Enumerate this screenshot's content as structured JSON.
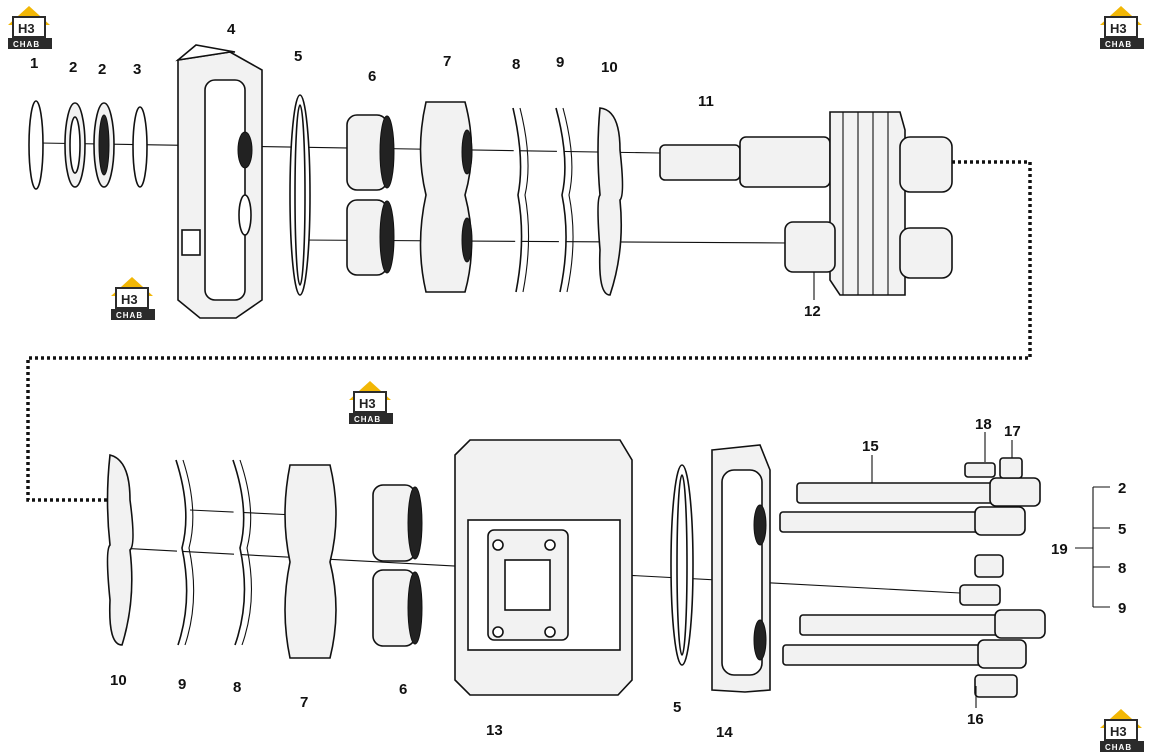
{
  "logos": [
    {
      "top": "H3",
      "bottom": "CHAB"
    },
    {
      "top": "H3",
      "bottom": "CHAB"
    },
    {
      "top": "H3",
      "bottom": "CHAB"
    },
    {
      "top": "H3",
      "bottom": "CHAB"
    },
    {
      "top": "H3",
      "bottom": "CHAB"
    }
  ],
  "colors": {
    "logo_yellow": "#f2b705",
    "logo_dark": "#2b2b2b",
    "ink": "#111111"
  },
  "labels": {
    "top": [
      "1",
      "2",
      "2",
      "3",
      "4",
      "5",
      "6",
      "7",
      "8",
      "9",
      "10",
      "11",
      "12"
    ],
    "bottom": [
      "10",
      "9",
      "8",
      "7",
      "6",
      "13",
      "5",
      "14",
      "15",
      "18",
      "17",
      "16"
    ],
    "group": {
      "main": "19",
      "members": [
        "2",
        "5",
        "8",
        "9"
      ]
    }
  }
}
